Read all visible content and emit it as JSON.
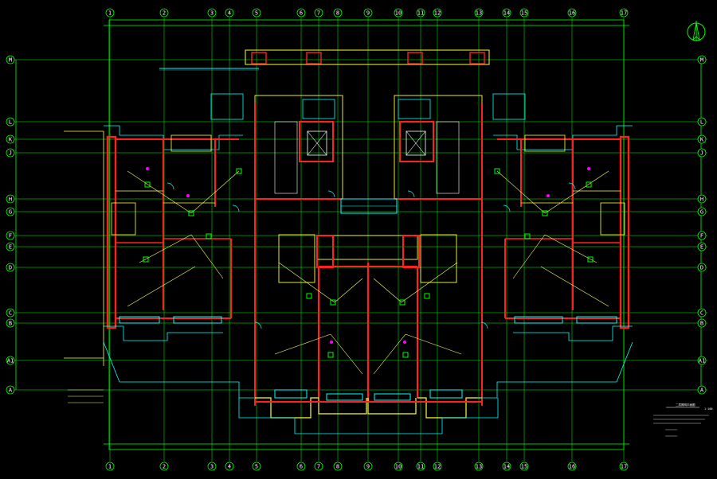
{
  "drawing": {
    "top_axes": [
      "1",
      "2",
      "3",
      "4",
      "5",
      "6",
      "7",
      "8",
      "9",
      "10",
      "11",
      "12",
      "13",
      "14",
      "15",
      "16",
      "17"
    ],
    "bottom_axes": [
      "1",
      "2",
      "3",
      "4",
      "5",
      "6",
      "7",
      "8",
      "9",
      "10",
      "11",
      "12",
      "13",
      "14",
      "15",
      "16",
      "17"
    ],
    "row_axes": [
      "M",
      "L",
      "K",
      "J",
      "H",
      "G",
      "F",
      "E",
      "D",
      "C",
      "B",
      "A1",
      "A"
    ],
    "title_block": {
      "title": "二层照明平面图",
      "scale": "1:100"
    }
  },
  "colors": {
    "background": "#000000",
    "axis_green": "#00ff00",
    "wall_red": "#ff2020",
    "wall_yellow": "#ffff33",
    "cyan": "#00ffff",
    "magenta": "#ff00ff",
    "white": "#ffffff"
  }
}
